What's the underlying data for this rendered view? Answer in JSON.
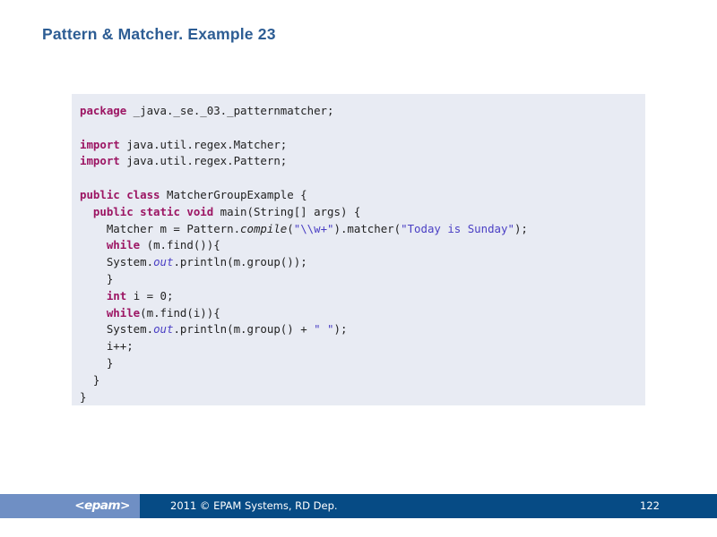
{
  "slide": {
    "title": "Pattern & Matcher. Example 23",
    "title_color": "#2d5d94"
  },
  "code_block": {
    "background_color": "#e8ebf3",
    "language": "java",
    "keyword_color": "#9c1563",
    "string_color": "#4a3fc4",
    "text_color": "#222222",
    "plain_text": "package _java._se._03._patternmatcher;\n\nimport java.util.regex.Matcher;\nimport java.util.regex.Pattern;\n\npublic class MatcherGroupExample {\n  public static void main(String[] args) {\n    Matcher m = Pattern.compile(\"\\\\w+\").matcher(\"Today is Sunday\");\n    while (m.find()){\n    System.out.println(m.group());\n    }\n    int i = 0;\n    while(m.find(i)){\n    System.out.println(m.group() + \" \");\n    i++;\n    }\n  }\n}",
    "lines": [
      {
        "id": "line-1",
        "tokens": [
          {
            "t": "kw",
            "v": "package"
          },
          {
            "t": "plain",
            "v": " _java._se._03._patternmatcher;"
          }
        ]
      },
      {
        "id": "line-2",
        "tokens": []
      },
      {
        "id": "line-3",
        "tokens": [
          {
            "t": "kw",
            "v": "import"
          },
          {
            "t": "plain",
            "v": " java.util.regex.Matcher;"
          }
        ]
      },
      {
        "id": "line-4",
        "tokens": [
          {
            "t": "kw",
            "v": "import"
          },
          {
            "t": "plain",
            "v": " java.util.regex.Pattern;"
          }
        ]
      },
      {
        "id": "line-5",
        "tokens": []
      },
      {
        "id": "line-6",
        "tokens": [
          {
            "t": "kw",
            "v": "public class"
          },
          {
            "t": "plain",
            "v": " MatcherGroupExample {"
          }
        ]
      },
      {
        "id": "line-7",
        "tokens": [
          {
            "t": "plain",
            "v": "  "
          },
          {
            "t": "kw",
            "v": "public static void"
          },
          {
            "t": "plain",
            "v": " main(String[] args) {"
          }
        ]
      },
      {
        "id": "line-8",
        "tokens": [
          {
            "t": "plain",
            "v": "    Matcher m = Pattern."
          },
          {
            "t": "mth",
            "v": "compile"
          },
          {
            "t": "plain",
            "v": "("
          },
          {
            "t": "str",
            "v": "\"\\\\w+\""
          },
          {
            "t": "plain",
            "v": ").matcher("
          },
          {
            "t": "str",
            "v": "\"Today is Sunday\""
          },
          {
            "t": "plain",
            "v": ");"
          }
        ]
      },
      {
        "id": "line-9",
        "tokens": [
          {
            "t": "plain",
            "v": "    "
          },
          {
            "t": "kw",
            "v": "while"
          },
          {
            "t": "plain",
            "v": " (m.find()){"
          }
        ]
      },
      {
        "id": "line-10",
        "tokens": [
          {
            "t": "plain",
            "v": "    System."
          },
          {
            "t": "fld",
            "v": "out"
          },
          {
            "t": "plain",
            "v": ".println(m.group());"
          }
        ]
      },
      {
        "id": "line-11",
        "tokens": [
          {
            "t": "plain",
            "v": "    }"
          }
        ]
      },
      {
        "id": "line-12",
        "tokens": [
          {
            "t": "plain",
            "v": "    "
          },
          {
            "t": "kw",
            "v": "int"
          },
          {
            "t": "plain",
            "v": " i = 0;"
          }
        ]
      },
      {
        "id": "line-13",
        "tokens": [
          {
            "t": "plain",
            "v": "    "
          },
          {
            "t": "kw",
            "v": "while"
          },
          {
            "t": "plain",
            "v": "(m.find(i)){"
          }
        ]
      },
      {
        "id": "line-14",
        "tokens": [
          {
            "t": "plain",
            "v": "    System."
          },
          {
            "t": "fld",
            "v": "out"
          },
          {
            "t": "plain",
            "v": ".println(m.group() + "
          },
          {
            "t": "str",
            "v": "\" \""
          },
          {
            "t": "plain",
            "v": ");"
          }
        ]
      },
      {
        "id": "line-15",
        "tokens": [
          {
            "t": "plain",
            "v": "    i++;"
          }
        ]
      },
      {
        "id": "line-16",
        "tokens": [
          {
            "t": "plain",
            "v": "    }"
          }
        ]
      },
      {
        "id": "line-17",
        "tokens": [
          {
            "t": "plain",
            "v": "  }"
          }
        ]
      },
      {
        "id": "line-18",
        "tokens": [
          {
            "t": "plain",
            "v": "}"
          }
        ]
      }
    ]
  },
  "footer": {
    "logo_text": "<epam>",
    "copyright": "2011 © EPAM Systems, RD Dep.",
    "page_number": "122",
    "left_band_color": "#6f8fc4",
    "right_band_color": "#064b85"
  }
}
